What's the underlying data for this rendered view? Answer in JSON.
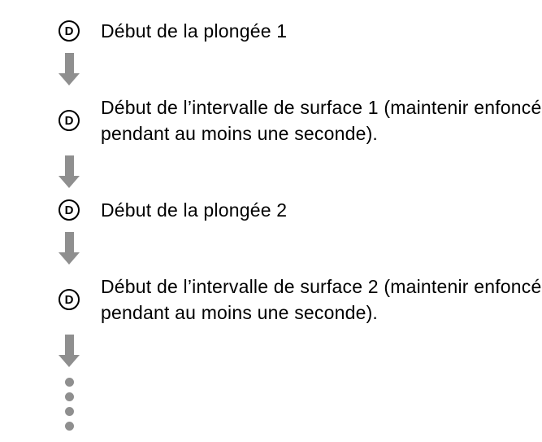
{
  "diagram": {
    "type": "flow-sequence",
    "button_label": "D",
    "steps": [
      {
        "button": "D",
        "text": "Début de la plongée 1"
      },
      {
        "button": "D",
        "text": "Début de l’intervalle de surface 1 (maintenir enfoncé pendant au moins une seconde)."
      },
      {
        "button": "D",
        "text": "Début de la plongée 2"
      },
      {
        "button": "D",
        "text": "Début de l’intervalle de surface 2 (maintenir enfoncé pendant au moins une seconde)."
      }
    ],
    "continuation": "ellipsis-dots",
    "colors": {
      "arrow": "#8f8f8f",
      "dots": "#8f8f8f",
      "text": "#000000",
      "button_outline": "#000000",
      "background": "#ffffff"
    }
  }
}
